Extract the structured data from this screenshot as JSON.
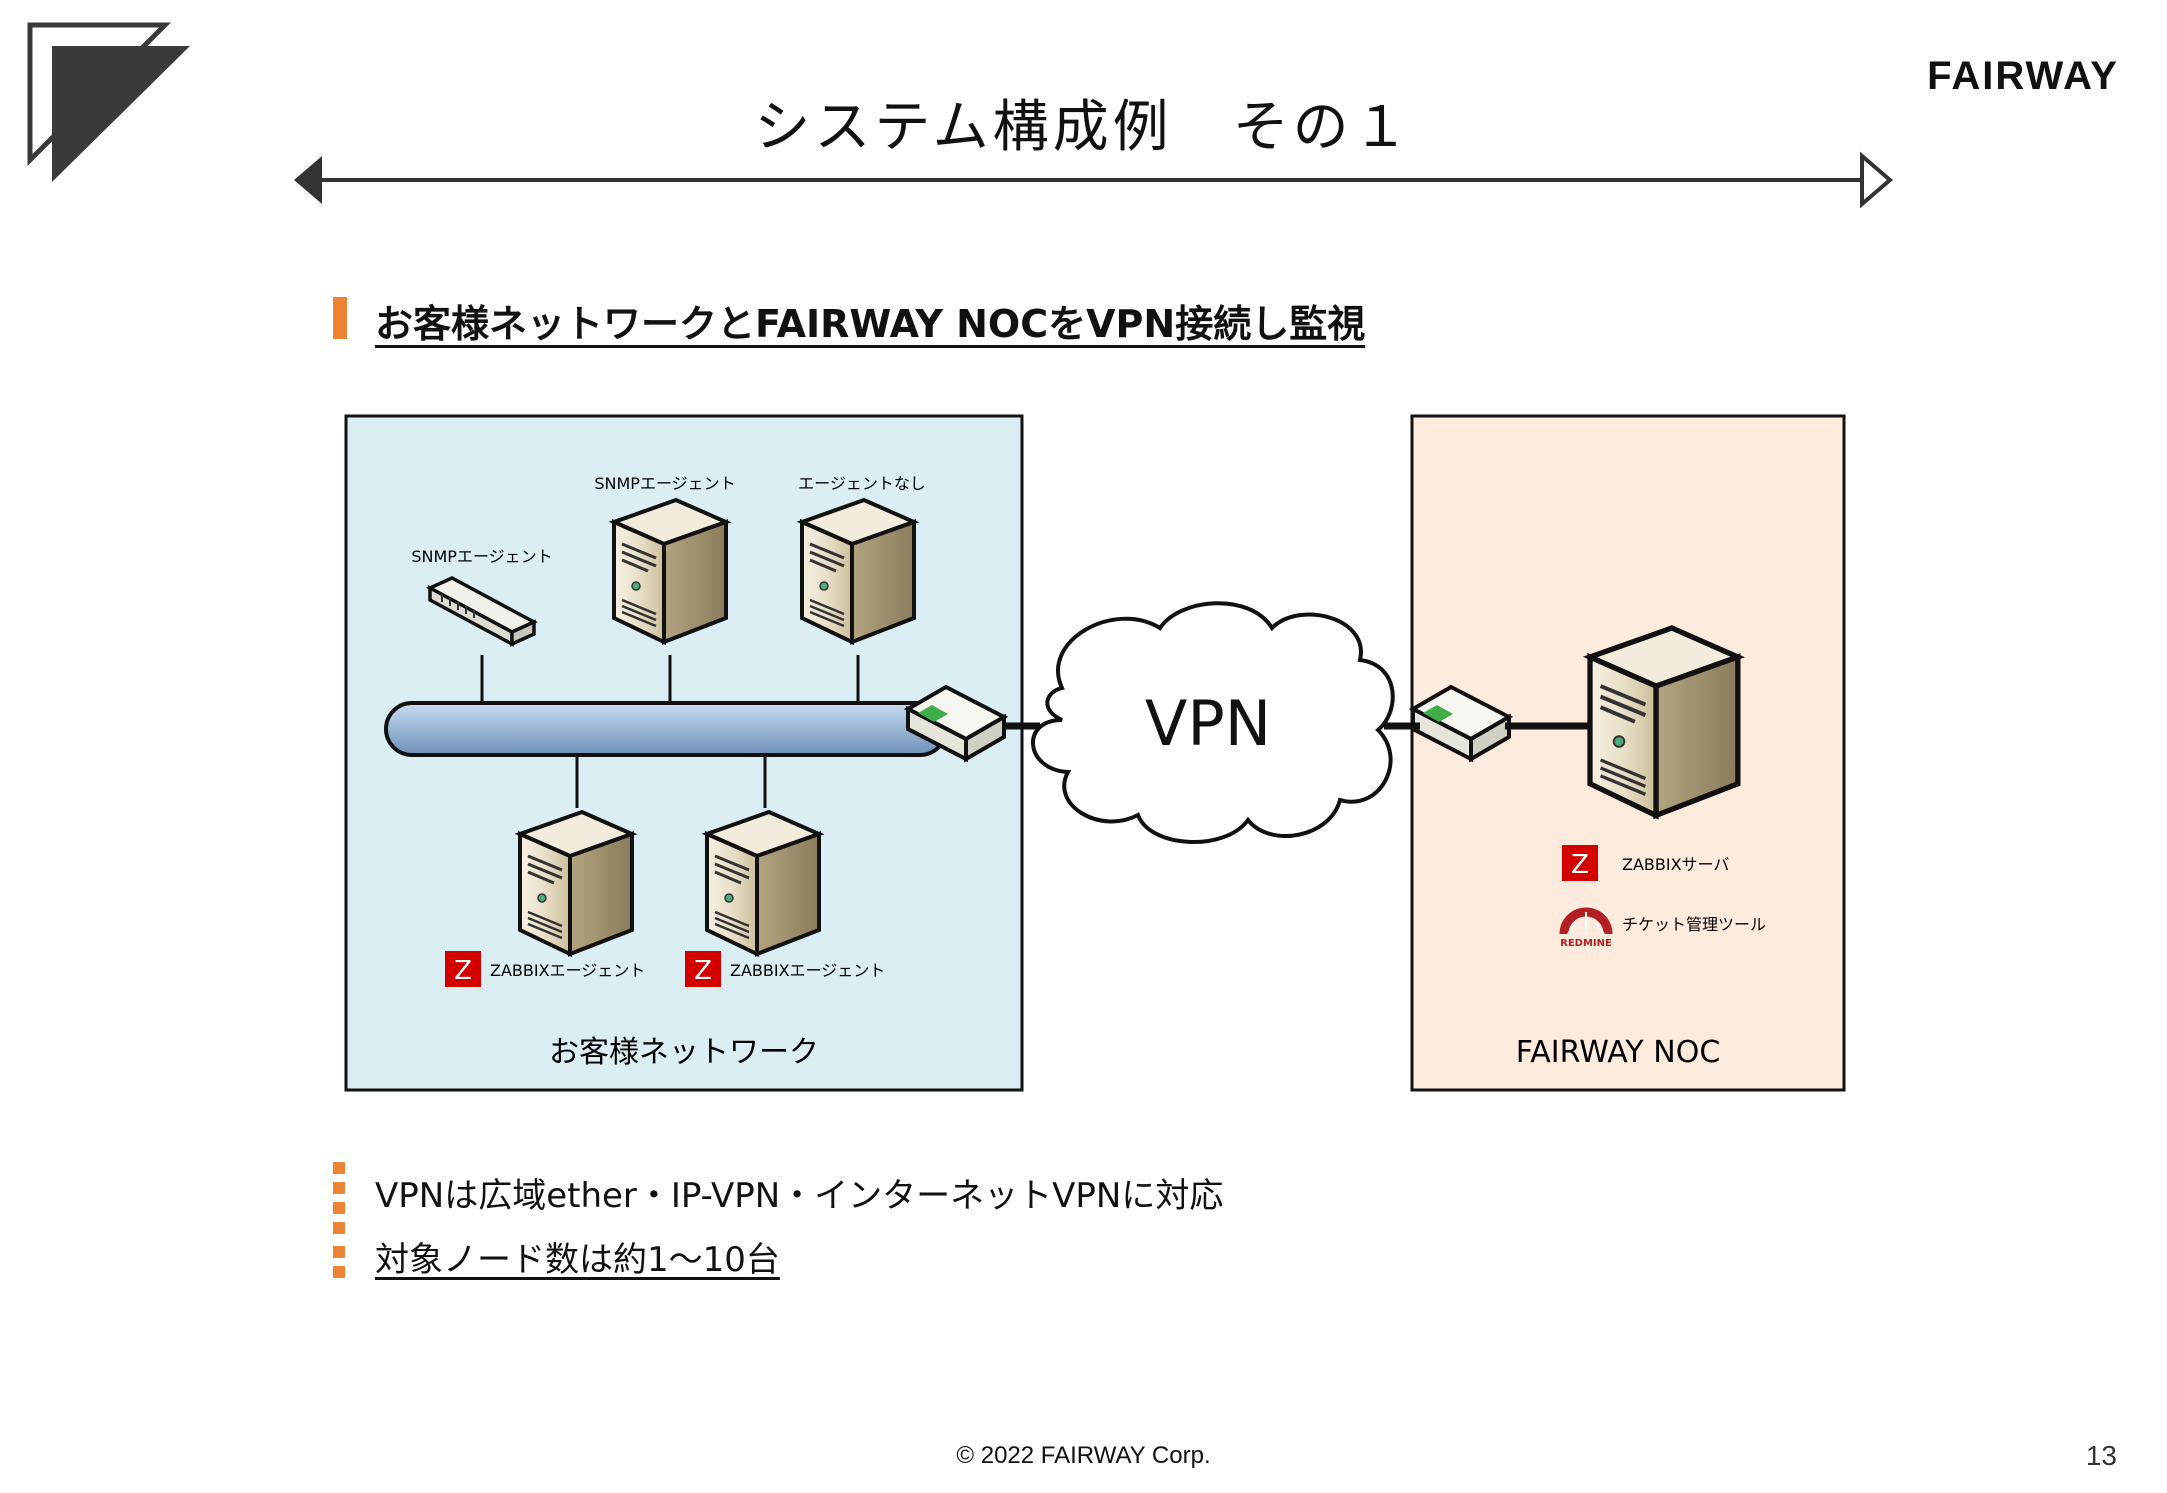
{
  "slide": {
    "title": "システム構成例　その１",
    "brand": "FAIRWAY",
    "subtitle": "お客様ネットワークとFAIRWAY NOCをVPN接続し監視",
    "bullets": [
      "VPNは広域ether・IP-VPN・インターネットVPNに対応",
      "対象ノード数は約1～10台"
    ],
    "footer": "© 2022 FAIRWAY Corp.",
    "page_number": "13"
  },
  "diagram": {
    "customer_network": {
      "label": "お客様ネットワーク",
      "switch_label": "SNMPエージェント",
      "server_top_left_label": "SNMPエージェント",
      "server_top_right_label": "エージェントなし",
      "server_bottom_left_label": "ZABBIXエージェント",
      "server_bottom_right_label": "ZABBIXエージェント"
    },
    "vpn_label": "VPN",
    "noc": {
      "label": "FAIRWAY NOC",
      "zabbix_label": "ZABBIXサーバ",
      "ticket_label": "チケット管理ツール",
      "redmine_logo_text": "REDMINE"
    },
    "zabbix_icon_letter": "Z"
  },
  "colors": {
    "accent_orange": "#ee8433",
    "customer_bg": "#dbeef4",
    "noc_bg": "#fdebdd",
    "zabbix_red": "#d40000",
    "bus_blue": "#9ab6d6"
  }
}
